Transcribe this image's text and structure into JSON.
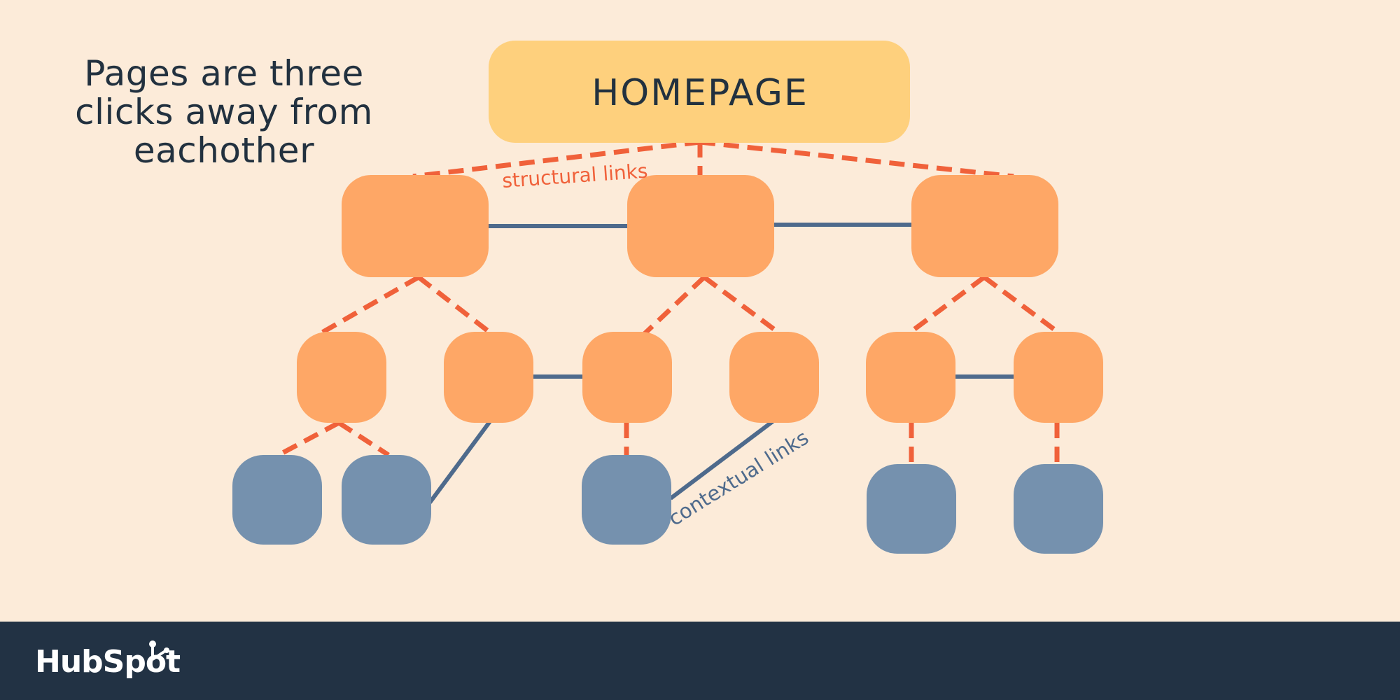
{
  "headline": {
    "lines": [
      "Pages are three",
      "clicks away from",
      "eachother"
    ]
  },
  "diagram": {
    "root": {
      "label": "HOMEPAGE"
    },
    "annotations": {
      "structural": "structural links",
      "contextual": "contextual links"
    }
  },
  "footer": {
    "brand": "HubSpot"
  },
  "colors": {
    "background": "#FCEBD9",
    "homepage": "#FED07D",
    "category_page": "#FEA766",
    "leaf_page": "#7591AE",
    "structural_link": "#F0613A",
    "contextual_link": "#4E6A8C",
    "text_dark": "#22313F",
    "footer": "#223244",
    "logo": "#FFFFFF"
  },
  "icons": {
    "logo_glyph": "hubspot-sprocket-icon"
  }
}
